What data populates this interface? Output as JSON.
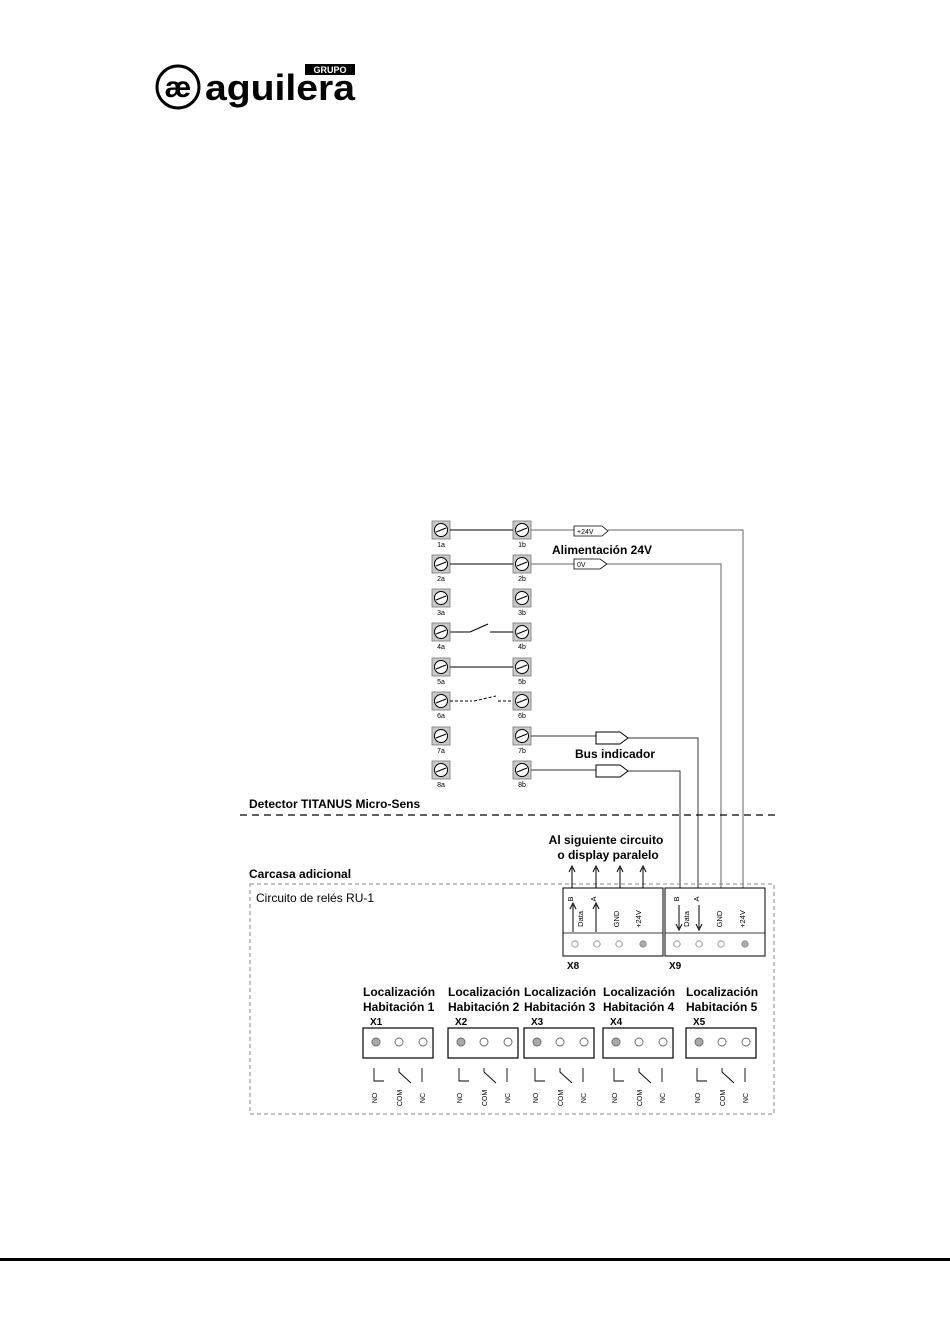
{
  "logo": {
    "mark": "æ",
    "name": "aguilera",
    "tag": "GRUPO"
  },
  "terminals_left": [
    "1a",
    "2a",
    "3a",
    "4a",
    "5a",
    "6a",
    "7a",
    "8a"
  ],
  "terminals_right": [
    "1b",
    "2b",
    "3b",
    "4b",
    "5b",
    "6b",
    "7b",
    "8b"
  ],
  "wire_labels": {
    "plus24": "+24V",
    "zero": "0V"
  },
  "labels": {
    "alimentacion": "Alimentación 24V",
    "bus": "Bus indicador",
    "detector": "Detector TITANUS Micro-Sens",
    "siguiente_1": "Al siguiente circuito",
    "siguiente_2": "o display paralelo",
    "carcasa": "Carcasa adicional",
    "circuito": "Circuito de relés RU-1"
  },
  "connectors": {
    "x8": {
      "name": "X8",
      "pins": [
        "B",
        "Data",
        "A",
        "GND",
        "+24V"
      ]
    },
    "x9": {
      "name": "X9",
      "pins": [
        "B",
        "Data",
        "A",
        "GND",
        "+24V"
      ]
    }
  },
  "relays": [
    {
      "line1": "Localización",
      "line2": "Habitación 1",
      "name": "X1"
    },
    {
      "line1": "Localización",
      "line2": "Habitación 2",
      "name": "X2"
    },
    {
      "line1": "Localización",
      "line2": "Habitación 3",
      "name": "X3"
    },
    {
      "line1": "Localización",
      "line2": "Habitación 4",
      "name": "X4"
    },
    {
      "line1": "Localización",
      "line2": "Habitación 5",
      "name": "X5"
    }
  ],
  "relay_pins": [
    "NO",
    "COM",
    "NC"
  ]
}
